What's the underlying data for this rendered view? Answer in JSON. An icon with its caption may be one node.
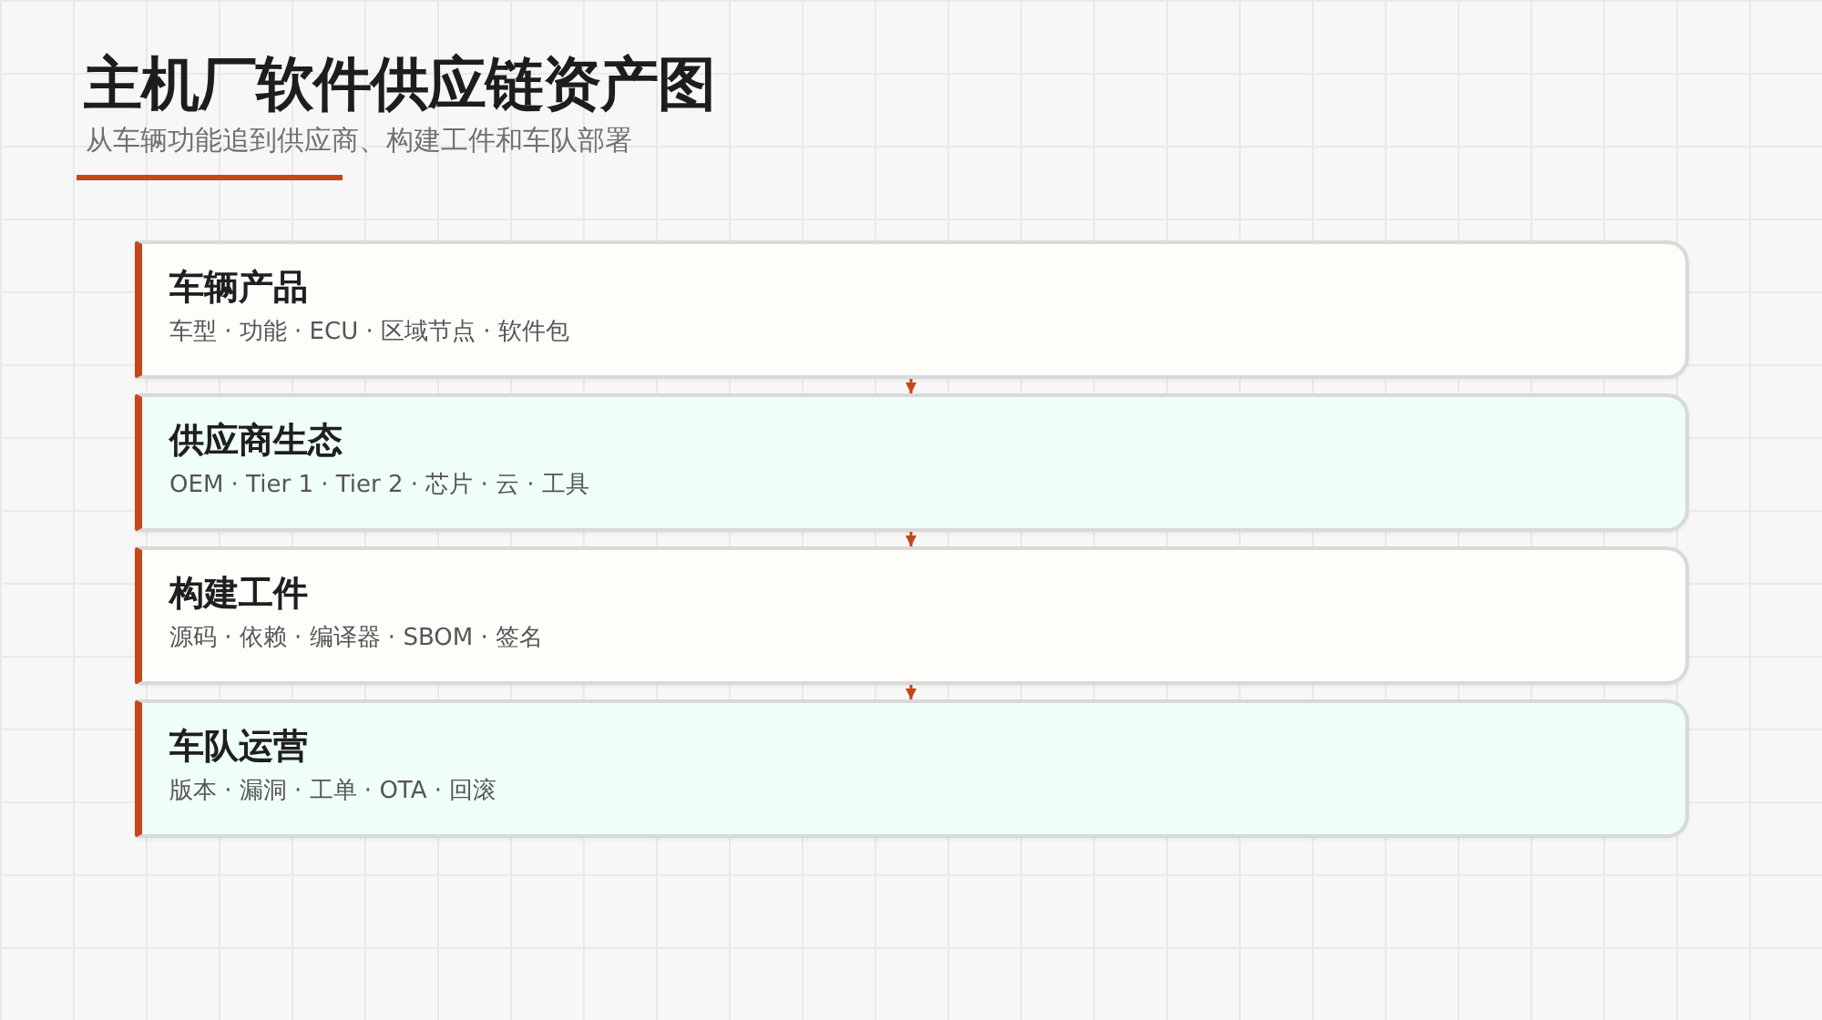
{
  "diagram": {
    "title": "主机厂软件供应链资产图",
    "nodes": [
      {
        "text": [
          "车辆产品",
          "车型 · 功能 · ECU · 区域节点 · 软件包"
        ]
      },
      {
        "text": [
          "供应商生态",
          "OEM · Tier 1 · Tier 2 · 芯片 · 云 · 工具"
        ]
      },
      {
        "text": [
          "构建工件",
          "源码 · 依赖 · 编译器 · SBOM · 签名"
        ]
      },
      {
        "text": [
          "车队运营",
          "版本 · 漏洞 · 工单 · OTA · 回滚"
        ]
      }
    ],
    "edges": [
      {
        "from": 0,
        "to": 1,
        "arrow": "to"
      },
      {
        "from": 1,
        "to": 2,
        "arrow": "to"
      },
      {
        "from": 2,
        "to": 3,
        "arrow": "to"
      }
    ],
    "labels": [
      "从车辆功能追到供应商、构建工件和车队部署"
    ]
  }
}
